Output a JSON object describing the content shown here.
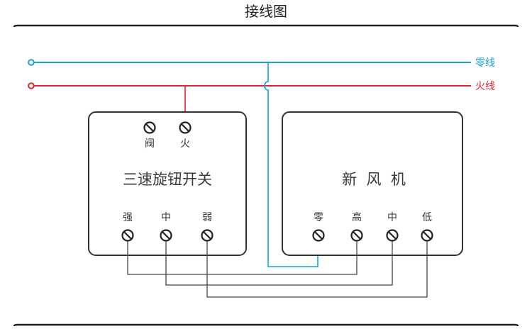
{
  "title": "接线图",
  "colors": {
    "neutral_line": "#1aa0d6",
    "live_line": "#e2242f",
    "wire": "#444444",
    "box_border": "#333333",
    "rule": "#222222"
  },
  "lines": {
    "neutral_label": "零线",
    "live_label": "火线"
  },
  "switch_box": {
    "title": "三速旋钮开关",
    "top_terminals": [
      "阀",
      "火"
    ],
    "bottom_terminals": [
      "强",
      "中",
      "弱"
    ]
  },
  "fan_box": {
    "title": "新  风  机",
    "terminals": [
      "零",
      "高",
      "中",
      "低"
    ]
  }
}
